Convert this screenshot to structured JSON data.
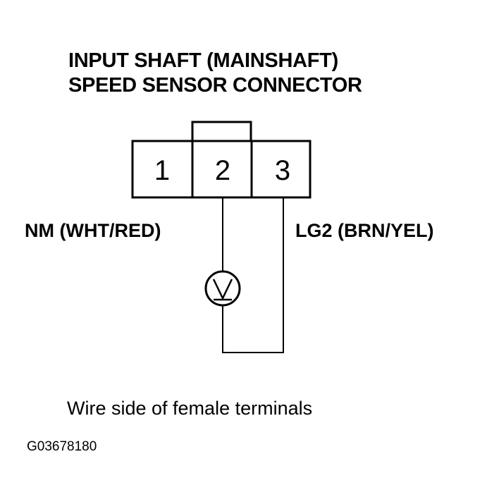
{
  "title": {
    "line1": "INPUT SHAFT (MAINSHAFT)",
    "line2": "SPEED SENSOR CONNECTOR"
  },
  "connector": {
    "pins": [
      "1",
      "2",
      "3"
    ]
  },
  "wires": {
    "left_label": "NM (WHT/RED)",
    "right_label": "LG2 (BRN/YEL)"
  },
  "meter": {
    "icon": "voltmeter-icon"
  },
  "caption": "Wire side of female terminals",
  "figure_id": "G03678180"
}
